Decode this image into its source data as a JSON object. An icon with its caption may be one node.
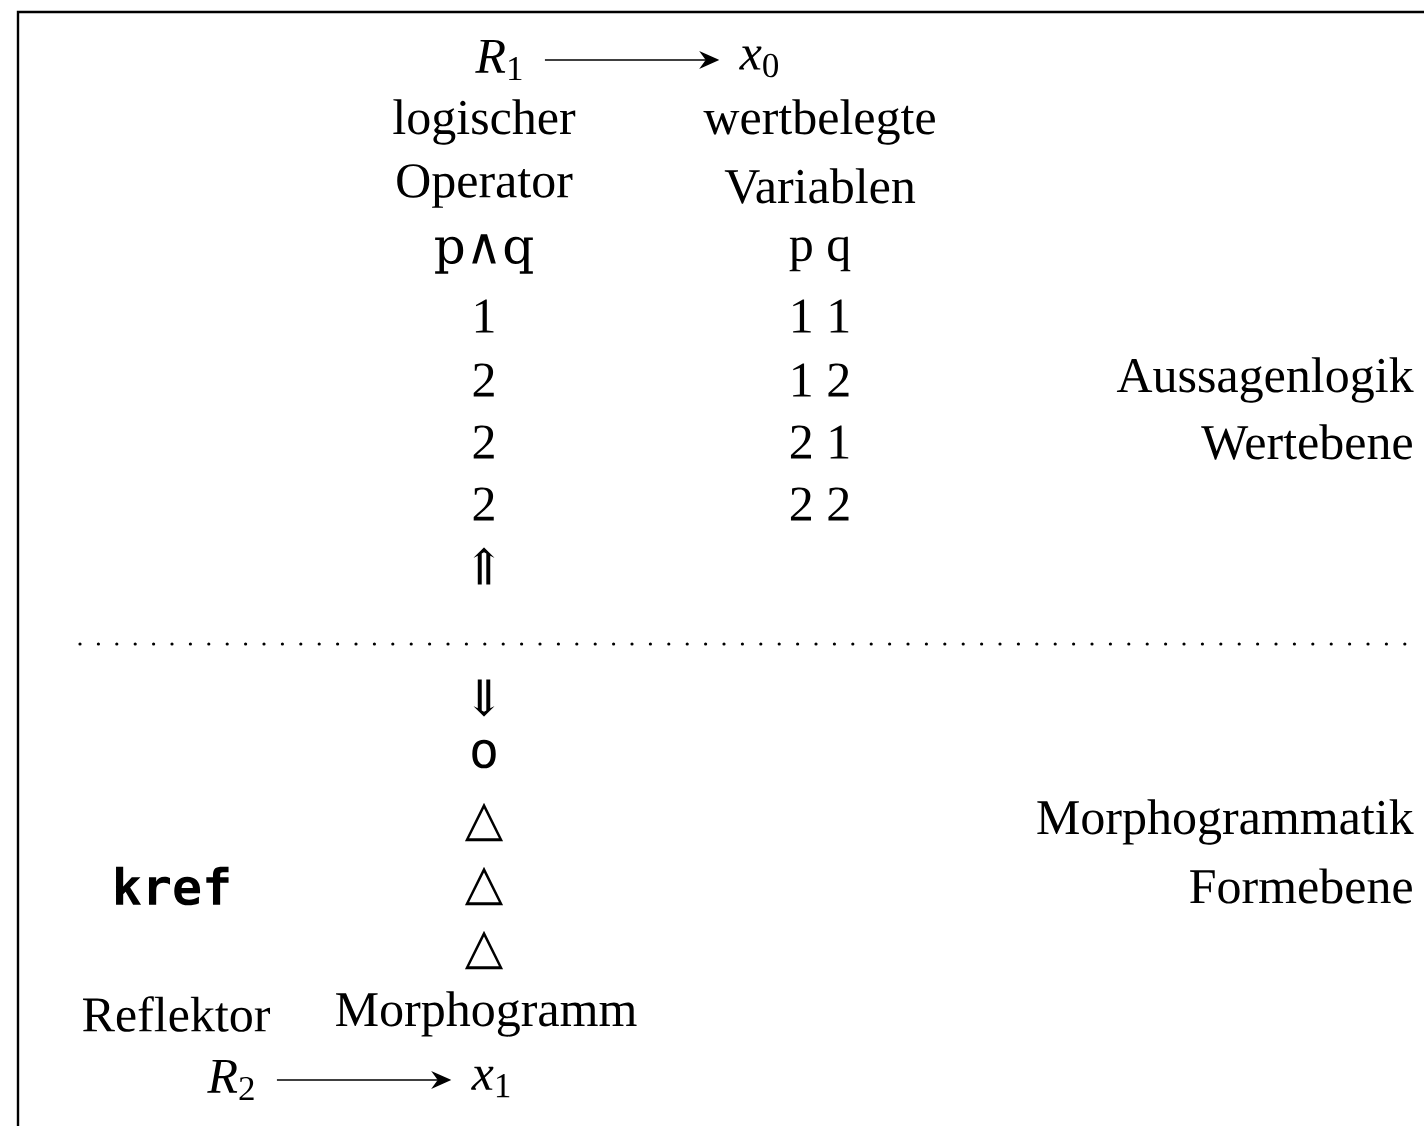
{
  "diagram": {
    "nodes": [
      {
        "text": [
          "*R*$_{1}$"
        ]
      },
      {
        "text": [
          "*x*$_{0}$"
        ]
      },
      {
        "text": [
          "*R*$_{2}$"
        ]
      },
      {
        "text": [
          "*x*$_{1}$"
        ]
      }
    ],
    "edges": [
      {
        "from": 0,
        "to": 1,
        "arrow": "to"
      },
      {
        "from": 2,
        "to": 3,
        "arrow": "to"
      }
    ],
    "labels": [
      "logischer",
      "wertbelegte",
      "Operator",
      "Variablen",
      "p∧q",
      "p q",
      "1",
      "1 1",
      "2",
      "1 2",
      "Aussagenlogik",
      "2",
      "2 1",
      "Wertebene",
      "2",
      "2 2",
      "⇑",
      "⇓",
      "o",
      "△",
      "Morphogrammatik",
      "kref",
      "△",
      "Formebene",
      "△",
      "Reflektor",
      "Morphogramm"
    ]
  }
}
